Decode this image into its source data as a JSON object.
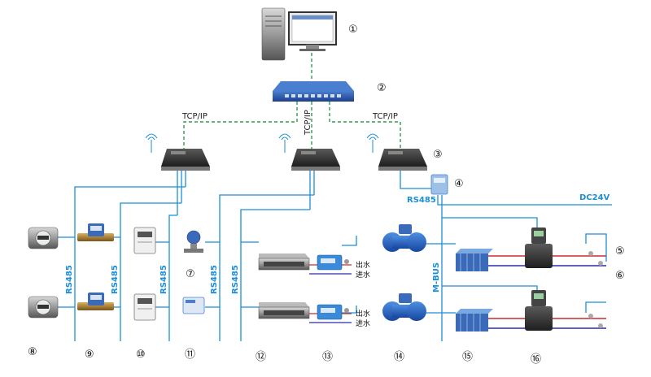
{
  "network": {
    "left_label": "TCP/IP",
    "center_label": "TCP/IP",
    "right_label": "TCP/IP"
  },
  "buses": {
    "rs485_collector": "RS485",
    "dc24v": "DC24V",
    "rs485_col1": "RS485",
    "rs485_col2": "RS485",
    "rs485_col3": "RS485",
    "rs485_col4": "RS485",
    "rs485_col5": "RS485",
    "mbus": "M-BUS"
  },
  "pipes": {
    "outlet_top": "出水",
    "inlet_top": "进水",
    "outlet_bottom": "出水",
    "inlet_bottom": "进水"
  },
  "numbers": [
    "①",
    "②",
    "③",
    "④",
    "⑤",
    "⑥",
    "⑦",
    "⑧",
    "⑨",
    "⑩",
    "⑪",
    "⑫",
    "⑬",
    "⑭",
    "⑮",
    "⑯"
  ],
  "colors": {
    "bus": "#1b8fd8",
    "ethernet": "#2e9e4f",
    "supply": "#cc2a2a",
    "return": "#2a2aa8"
  }
}
